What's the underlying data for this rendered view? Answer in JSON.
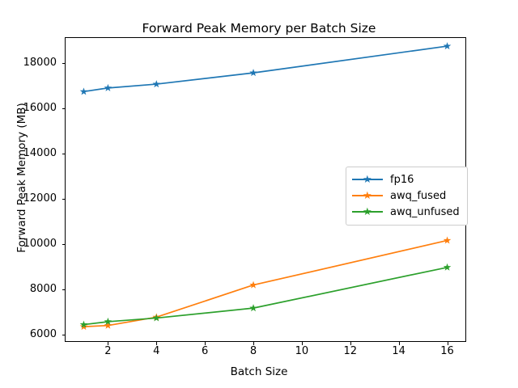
{
  "chart_data": {
    "type": "line",
    "title": "Forward Peak Memory per Batch Size",
    "xlabel": "Batch Size",
    "ylabel": "Forward Peak Memory (MB)",
    "x": [
      1,
      2,
      4,
      8,
      16
    ],
    "xlim": [
      0.25,
      16.75
    ],
    "ylim": [
      5700,
      19100
    ],
    "xticks": [
      2,
      4,
      6,
      8,
      10,
      12,
      14,
      16
    ],
    "yticks": [
      6000,
      8000,
      10000,
      12000,
      14000,
      16000,
      18000
    ],
    "grid": false,
    "legend_position": "center right",
    "marker": "star",
    "series": [
      {
        "name": "fp16",
        "color": "#1f77b4",
        "values": [
          16730,
          16890,
          17060,
          17560,
          18740
        ]
      },
      {
        "name": "awq_fused",
        "color": "#ff7f0e",
        "values": [
          6340,
          6390,
          6760,
          8180,
          10150
        ]
      },
      {
        "name": "awq_unfused",
        "color": "#2ca02c",
        "values": [
          6430,
          6560,
          6720,
          7160,
          8960
        ]
      }
    ]
  },
  "figure": {
    "background": "#ffffff",
    "axes_frame_color": "#000000"
  }
}
